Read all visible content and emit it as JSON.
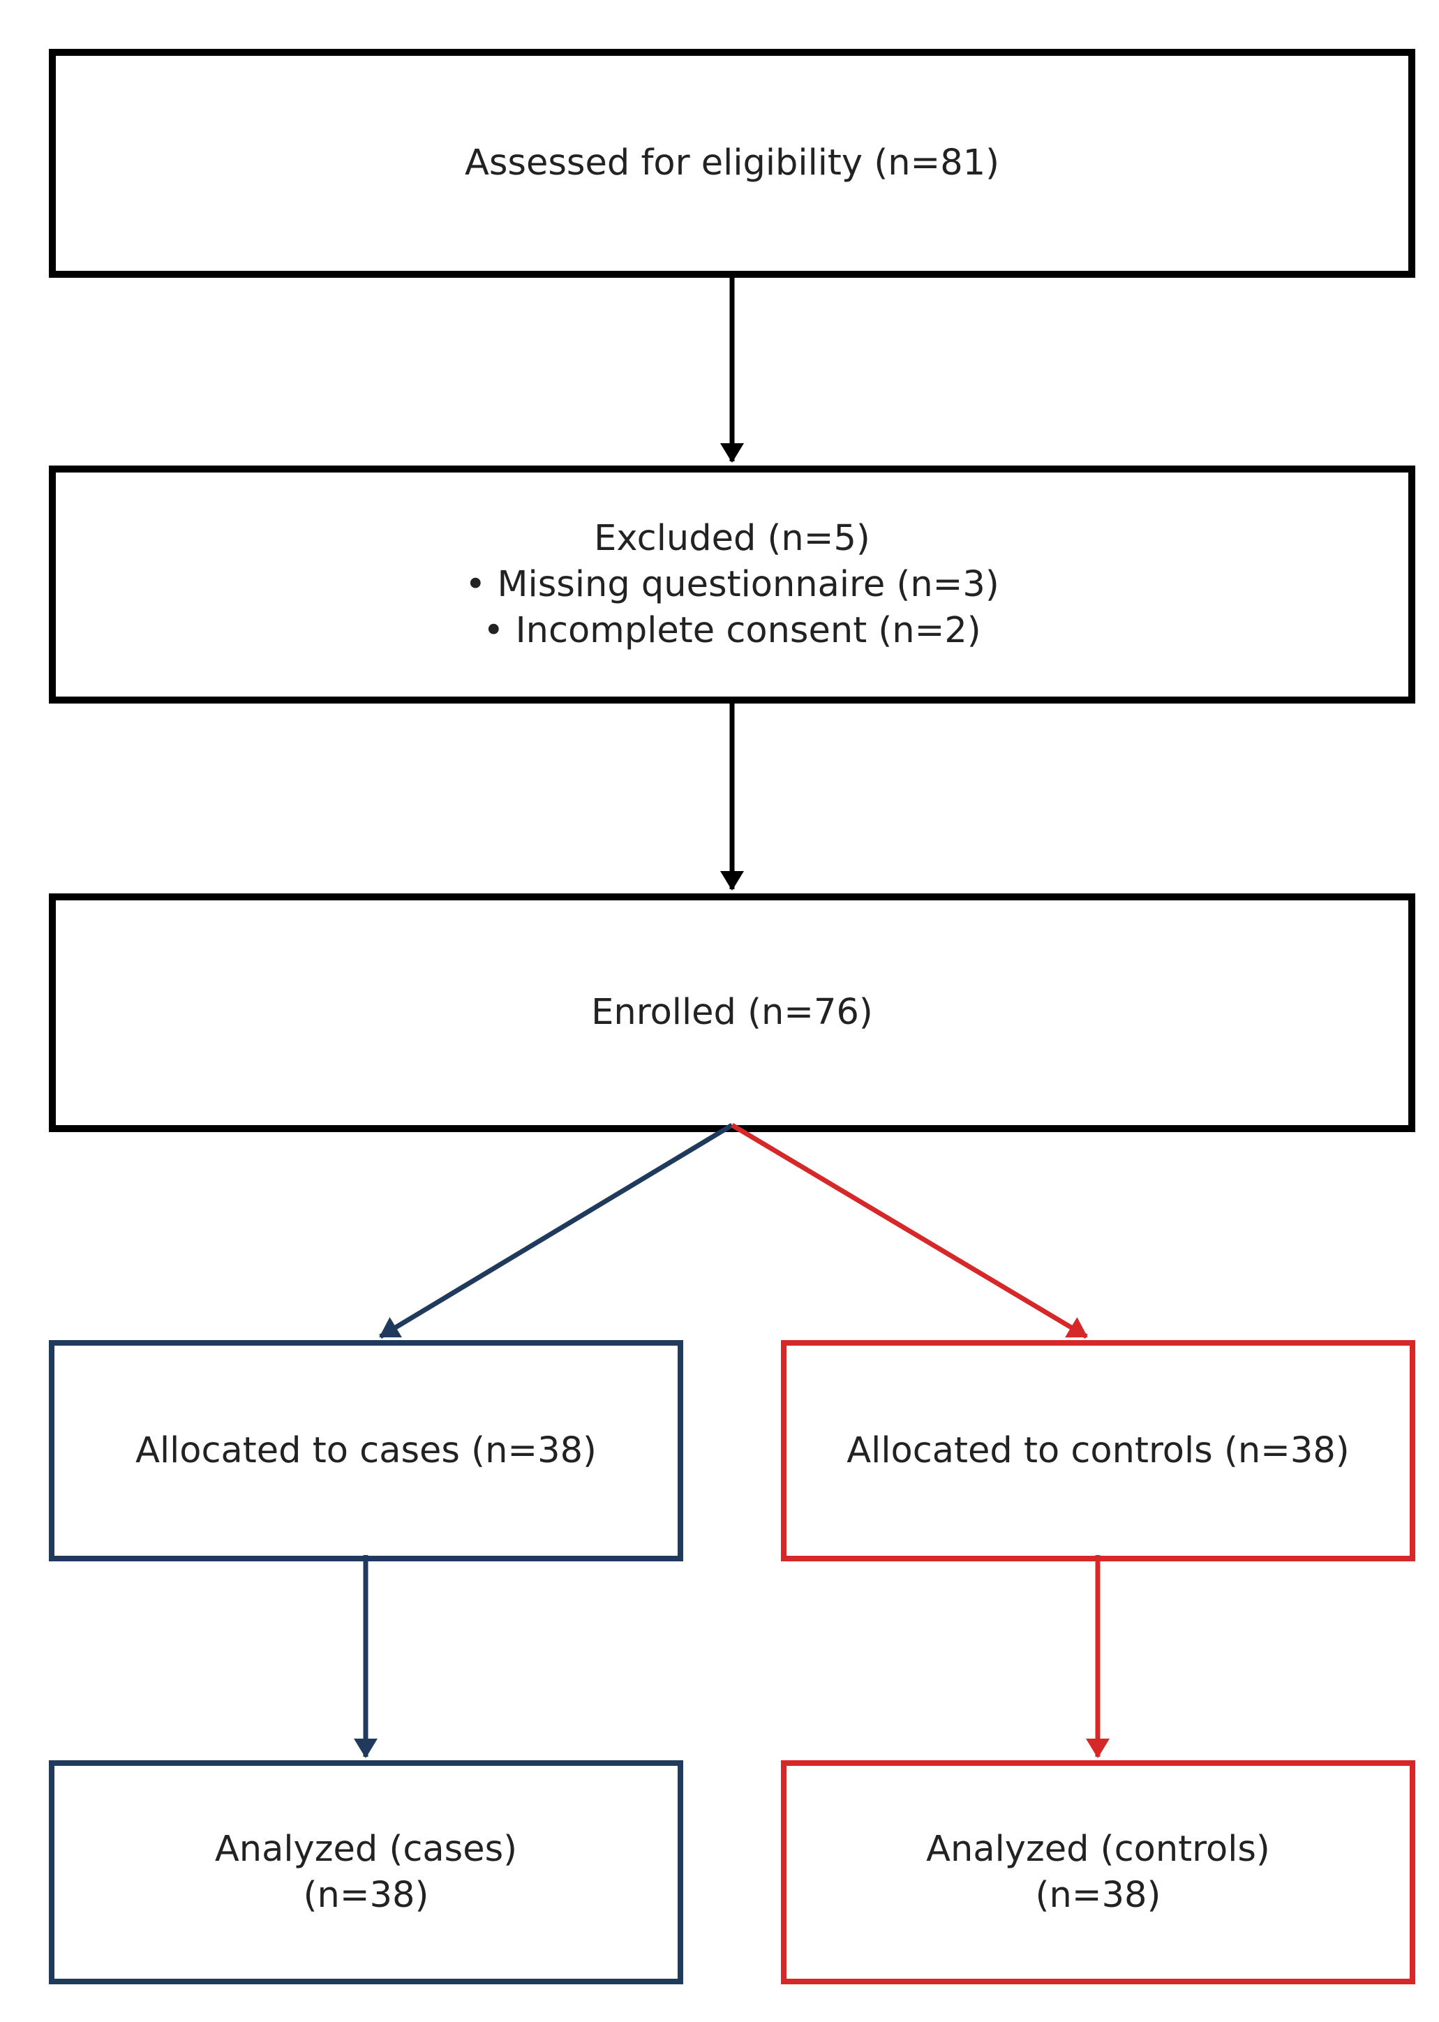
{
  "colors": {
    "background": "#ffffff",
    "text": "#222222",
    "box_border_black": "#000000",
    "cases_blue": "#1f3a5c",
    "controls_red": "#d62828"
  },
  "flowchart": {
    "assessed": {
      "label": "Assessed for eligibility (n=81)"
    },
    "excluded": {
      "title": "Excluded (n=5)",
      "items": [
        "• Missing questionnaire (n=3)",
        "• Incomplete consent (n=2)"
      ]
    },
    "enrolled": {
      "label": "Enrolled (n=76)"
    },
    "allocated_cases": {
      "label": "Allocated to cases (n=38)"
    },
    "allocated_controls": {
      "label": "Allocated to controls (n=38)"
    },
    "analyzed_cases": {
      "line1": "Analyzed (cases)",
      "line2": "(n=38)"
    },
    "analyzed_controls": {
      "line1": "Analyzed (controls)",
      "line2": "(n=38)"
    }
  }
}
